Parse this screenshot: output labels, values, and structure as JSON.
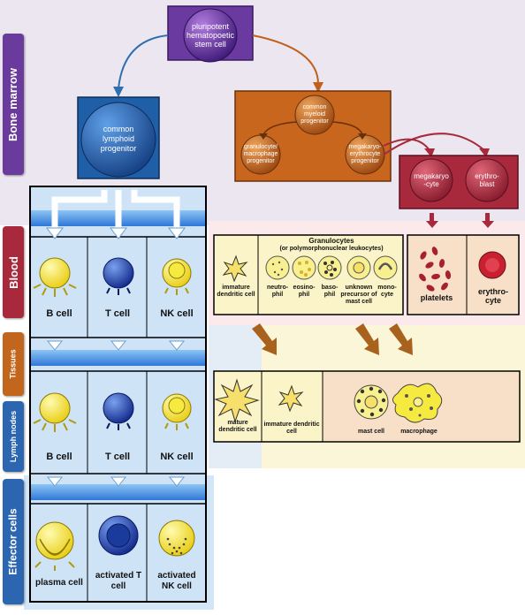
{
  "sections": {
    "bone_marrow": "Bone marrow",
    "blood": "Blood",
    "tissues": "Tissues",
    "lymph_nodes": "Lymph nodes",
    "effector_cells": "Effector cells"
  },
  "progenitors": {
    "stem_cell": "pluripotent hematopoetic stem cell",
    "lymphoid": "common lymphoid progenitor",
    "myeloid": "common myeloid progenitor",
    "gm": "granulocyte/ macrophage progenitor",
    "me": "megakaryo- erythrocyte progenitor",
    "megakaryocyte": "megakaryo -cyte",
    "erythroblast": "erythro- blast"
  },
  "lymphocytes": {
    "blood": [
      "B cell",
      "T cell",
      "NK cell"
    ],
    "lymph": [
      "B cell",
      "T cell",
      "NK cell"
    ],
    "effector": [
      "plasma cell",
      "activated T cell",
      "activated NK cell"
    ]
  },
  "granulocytes": {
    "title": "Granulocytes",
    "subtitle": "(or polymorphonuclear leukocytes)",
    "immature_dc": "immature dendritic cell",
    "neutrophil": "neutro- phil",
    "eosinophil": "eosino- phil",
    "basophil": "baso- phil",
    "unknown_precursor": "unknown precursor of mast cell",
    "monocyte": "mono- cyte",
    "platelets": "platelets",
    "erythrocyte": "erythro- cyte"
  },
  "tissue_cells": {
    "mature_dc": "mature dendritic cell",
    "immature_dc": "immature dendritic cell",
    "mast_cell": "mast cell",
    "macrophage": "macrophage"
  },
  "colors": {
    "bone_marrow_bg": "#ece6f0",
    "blood_bg": "#fbe9ec",
    "tissue_bg": "#fbf6d8",
    "lymph_bg": "#ddeaf6",
    "stem_purple": "#5a2a9a",
    "lymphoid_blue": "#1f5fa8",
    "myeloid_orange": "#c8661e",
    "mega_red": "#a8283c",
    "b_cell_yellow": "#f4e42a",
    "t_cell_blue": "#1c3c9c"
  }
}
